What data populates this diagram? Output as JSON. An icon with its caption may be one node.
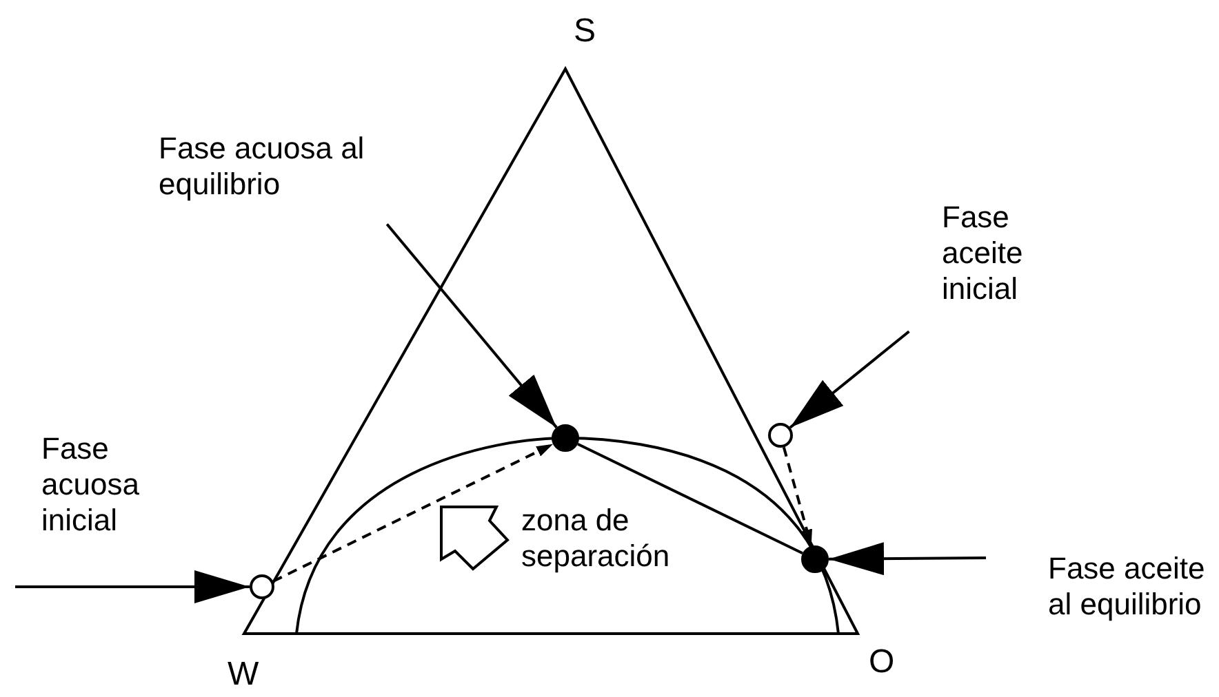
{
  "diagram": {
    "nodes": [
      {
        "text": [
          "Fase acuosa al equilibrio"
        ]
      },
      {
        "text": [
          "Fase aceite inicial"
        ]
      },
      {
        "text": [
          "Fase acuosa inicial"
        ]
      },
      {
        "text": [
          "Fase aceite al equilibrio"
        ]
      },
      {
        "text": [],
        "shape": "circle"
      },
      {
        "text": [],
        "shape": "circle"
      },
      {
        "text": [],
        "shape": "circle"
      },
      {
        "text": [],
        "shape": "circle"
      }
    ],
    "edges": [
      {
        "from": 0,
        "to": 4,
        "arrow": "to"
      },
      {
        "from": 1,
        "to": 5,
        "arrow": "to"
      },
      {
        "from": 2,
        "to": 6,
        "arrow": "to"
      },
      {
        "from": 3,
        "to": 7,
        "arrow": "to"
      },
      {
        "from": 6,
        "to": 4,
        "arrow": "to",
        "style": "dashed"
      },
      {
        "from": 5,
        "to": 7,
        "arrow": "to",
        "style": "dashed"
      },
      {
        "from": 4,
        "to": 7,
        "arrow": "none"
      }
    ],
    "labels": [
      "S",
      "W",
      "O",
      "zona de separación"
    ]
  }
}
